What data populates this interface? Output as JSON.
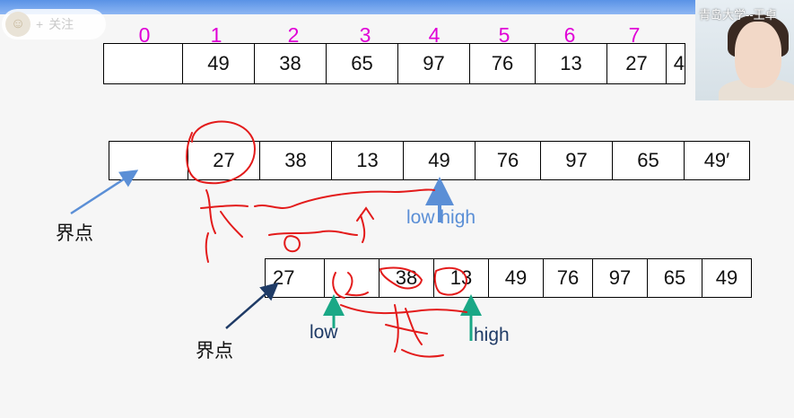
{
  "follow": {
    "plus": "+",
    "label": "关注"
  },
  "video": {
    "caption": "青岛大学--王卓"
  },
  "indices": [
    "0",
    "1",
    "2",
    "3",
    "4",
    "5",
    "6",
    "7"
  ],
  "array1": [
    "",
    "49",
    "38",
    "65",
    "97",
    "76",
    "13",
    "27",
    "4"
  ],
  "array2": [
    "",
    "27",
    "38",
    "13",
    "49",
    "76",
    "97",
    "65",
    "49′"
  ],
  "array3": [
    "27",
    "",
    "38",
    "13",
    "49",
    "76",
    "97",
    "65",
    "49"
  ],
  "labels": {
    "pivot1": "界点",
    "lowhigh": "low high",
    "pivot2": "界点",
    "low": "low",
    "high": "high"
  },
  "colors": {
    "index": "#e000d6",
    "lowhigh_arrow": "#5b8fd6",
    "pivot2_arrow": "#1f3b66",
    "green_arrow": "#1aa886",
    "ink": "#e31b1b"
  }
}
